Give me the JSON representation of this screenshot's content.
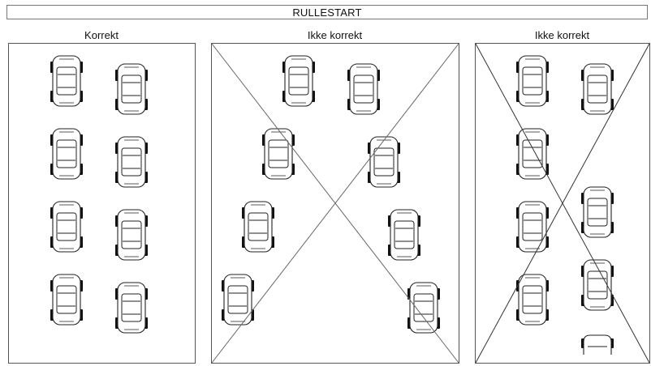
{
  "title": "RULLESTART",
  "panels": [
    {
      "label": "Korrekt",
      "crossed": false
    },
    {
      "label": "Ikke korrekt",
      "crossed": true
    },
    {
      "label": "Ikke korrekt",
      "crossed": true
    }
  ],
  "colors": {
    "line": "#555555",
    "cross": "#666666",
    "car_body": "#ffffff",
    "car_outline": "#222222",
    "tire": "#111111"
  },
  "icons": [
    "race-car-icon",
    "cross-mark-icon"
  ]
}
